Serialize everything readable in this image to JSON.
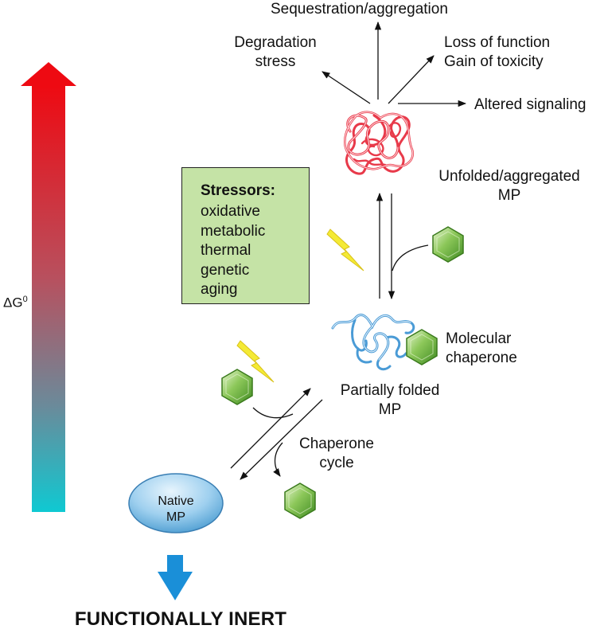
{
  "energy_axis": {
    "label": "ΔG",
    "superscript": "0",
    "gradient_top": "#e8141c",
    "gradient_bottom": "#0fc6cf"
  },
  "outcomes": {
    "sequestration": "Sequestration/aggregation",
    "degradation_line1": "Degradation",
    "degradation_line2": "stress",
    "loss_line1": "Loss of function",
    "loss_line2": "Gain of toxicity",
    "altered": "Altered signaling"
  },
  "unfolded": {
    "line1": "Unfolded/aggregated",
    "line2": "MP",
    "color": "#e83a4a"
  },
  "stressors": {
    "title": "Stressors:",
    "items": [
      "oxidative",
      "metabolic",
      "thermal",
      "genetic",
      "aging"
    ],
    "box_color": "#c5e3a6"
  },
  "partial": {
    "line1": "Partially folded",
    "line2": "MP",
    "color": "#4a9bd6"
  },
  "chaperone": {
    "line1": "Molecular",
    "line2": "chaperone",
    "color": "#7ab648"
  },
  "cycle": {
    "line1": "Chaperone",
    "line2": "cycle"
  },
  "native": {
    "line1": "Native",
    "line2": "MP"
  },
  "bottom": {
    "title": "FUNCTIONALLY INERT",
    "arrow_color": "#1a8fd8"
  }
}
